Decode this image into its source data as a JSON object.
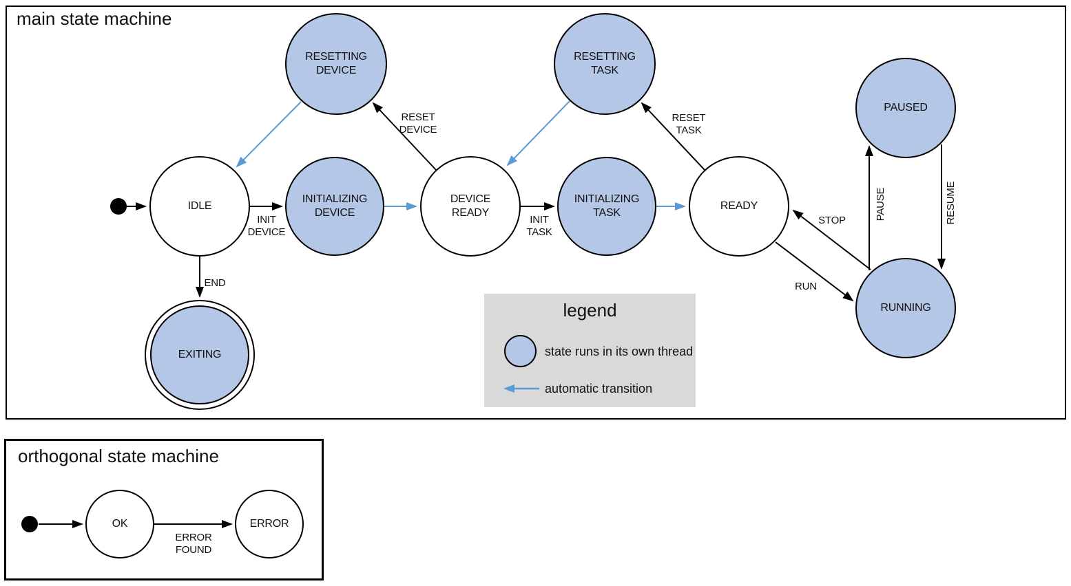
{
  "colors": {
    "thread_state_fill": "#b4c7e7",
    "auto_transition_blue": "#5b9bd5",
    "stroke_black": "#000000",
    "legend_background": "#d9d9d9"
  },
  "main_machine": {
    "title": "main state machine",
    "states": [
      {
        "id": "idle",
        "lines": [
          "IDLE"
        ],
        "threaded": false,
        "final": false
      },
      {
        "id": "resetting-device",
        "lines": [
          "RESETTING",
          "DEVICE"
        ],
        "threaded": true,
        "final": false
      },
      {
        "id": "initializing-device",
        "lines": [
          "INITIALIZING",
          "DEVICE"
        ],
        "threaded": true,
        "final": false
      },
      {
        "id": "device-ready",
        "lines": [
          "DEVICE",
          "READY"
        ],
        "threaded": false,
        "final": false
      },
      {
        "id": "resetting-task",
        "lines": [
          "RESETTING",
          "TASK"
        ],
        "threaded": true,
        "final": false
      },
      {
        "id": "initializing-task",
        "lines": [
          "INITIALIZING",
          "TASK"
        ],
        "threaded": true,
        "final": false
      },
      {
        "id": "ready",
        "lines": [
          "READY"
        ],
        "threaded": false,
        "final": false
      },
      {
        "id": "paused",
        "lines": [
          "PAUSED"
        ],
        "threaded": true,
        "final": false
      },
      {
        "id": "running",
        "lines": [
          "RUNNING"
        ],
        "threaded": true,
        "final": false
      },
      {
        "id": "exiting",
        "lines": [
          "EXITING"
        ],
        "threaded": true,
        "final": true
      }
    ],
    "transitions": [
      {
        "from": "start",
        "to": "IDLE",
        "label": [],
        "type": "manual"
      },
      {
        "from": "IDLE",
        "to": "INITIALIZING DEVICE",
        "label": [
          "INIT",
          "DEVICE"
        ],
        "type": "manual"
      },
      {
        "from": "INITIALIZING DEVICE",
        "to": "DEVICE READY",
        "label": [],
        "type": "automatic"
      },
      {
        "from": "DEVICE READY",
        "to": "RESETTING DEVICE",
        "label": [
          "RESET",
          "DEVICE"
        ],
        "type": "manual"
      },
      {
        "from": "RESETTING DEVICE",
        "to": "IDLE",
        "label": [],
        "type": "automatic"
      },
      {
        "from": "DEVICE READY",
        "to": "INITIALIZING TASK",
        "label": [
          "INIT",
          "TASK"
        ],
        "type": "manual"
      },
      {
        "from": "INITIALIZING TASK",
        "to": "READY",
        "label": [],
        "type": "automatic"
      },
      {
        "from": "READY",
        "to": "RESETTING TASK",
        "label": [
          "RESET",
          "TASK"
        ],
        "type": "manual"
      },
      {
        "from": "RESETTING TASK",
        "to": "DEVICE READY",
        "label": [],
        "type": "automatic"
      },
      {
        "from": "READY",
        "to": "RUNNING",
        "label": [
          "RUN"
        ],
        "type": "manual"
      },
      {
        "from": "RUNNING",
        "to": "READY",
        "label": [
          "STOP"
        ],
        "type": "manual"
      },
      {
        "from": "RUNNING",
        "to": "PAUSED",
        "label": [
          "PAUSE"
        ],
        "type": "manual"
      },
      {
        "from": "PAUSED",
        "to": "RUNNING",
        "label": [
          "RESUME"
        ],
        "type": "manual"
      },
      {
        "from": "IDLE",
        "to": "EXITING",
        "label": [
          "END"
        ],
        "type": "manual"
      }
    ]
  },
  "legend": {
    "title": "legend",
    "thread_item": "state runs in its own thread",
    "auto_item": "automatic transition"
  },
  "orthogonal_machine": {
    "title": "orthogonal state machine",
    "states": [
      {
        "id": "ok",
        "lines": [
          "OK"
        ],
        "threaded": false,
        "final": false
      },
      {
        "id": "error",
        "lines": [
          "ERROR"
        ],
        "threaded": false,
        "final": false
      }
    ],
    "transitions": [
      {
        "from": "start",
        "to": "OK",
        "label": [],
        "type": "manual"
      },
      {
        "from": "OK",
        "to": "ERROR",
        "label": [
          "ERROR",
          "FOUND"
        ],
        "type": "manual"
      }
    ]
  }
}
